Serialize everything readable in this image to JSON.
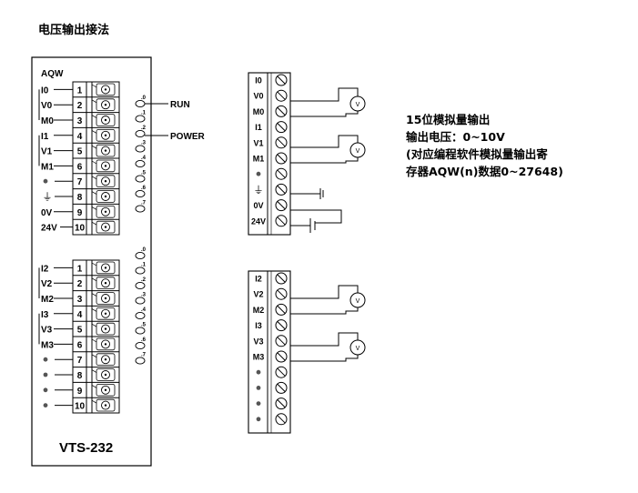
{
  "title": "电压输出接法",
  "module": {
    "label": "AQW",
    "name": "VTS-232",
    "top_rows": [
      "I0",
      "V0",
      "M0",
      "I1",
      "V1",
      "M1",
      "●",
      "⏚",
      "0V",
      "24V"
    ],
    "bottom_rows": [
      "I2",
      "V2",
      "M2",
      "I3",
      "V3",
      "M3",
      "●",
      "●",
      "●",
      "●"
    ],
    "pin_numbers": [
      "1",
      "2",
      "3",
      "4",
      "5",
      "6",
      "7",
      "8",
      "9",
      "10"
    ],
    "led_labels": [
      ".0",
      ".1",
      ".2",
      ".3",
      ".4",
      ".5",
      ".6",
      ".7"
    ],
    "indicators": {
      "run": "RUN",
      "power": "POWER"
    }
  },
  "terminal_top": [
    "I0",
    "V0",
    "M0",
    "I1",
    "V1",
    "M1",
    "●",
    "⏚",
    "0V",
    "24V"
  ],
  "terminal_bottom": [
    "I2",
    "V2",
    "M2",
    "I3",
    "V3",
    "M3",
    "●",
    "●",
    "●",
    "●"
  ],
  "voltmeter_symbol": "V",
  "description": {
    "line1": "15位模拟量输出",
    "line2": "输出电压：0~10V",
    "line3": "(对应编程软件模拟量输出寄",
    "line4": "存器AQW(n)数据0~27648)"
  }
}
